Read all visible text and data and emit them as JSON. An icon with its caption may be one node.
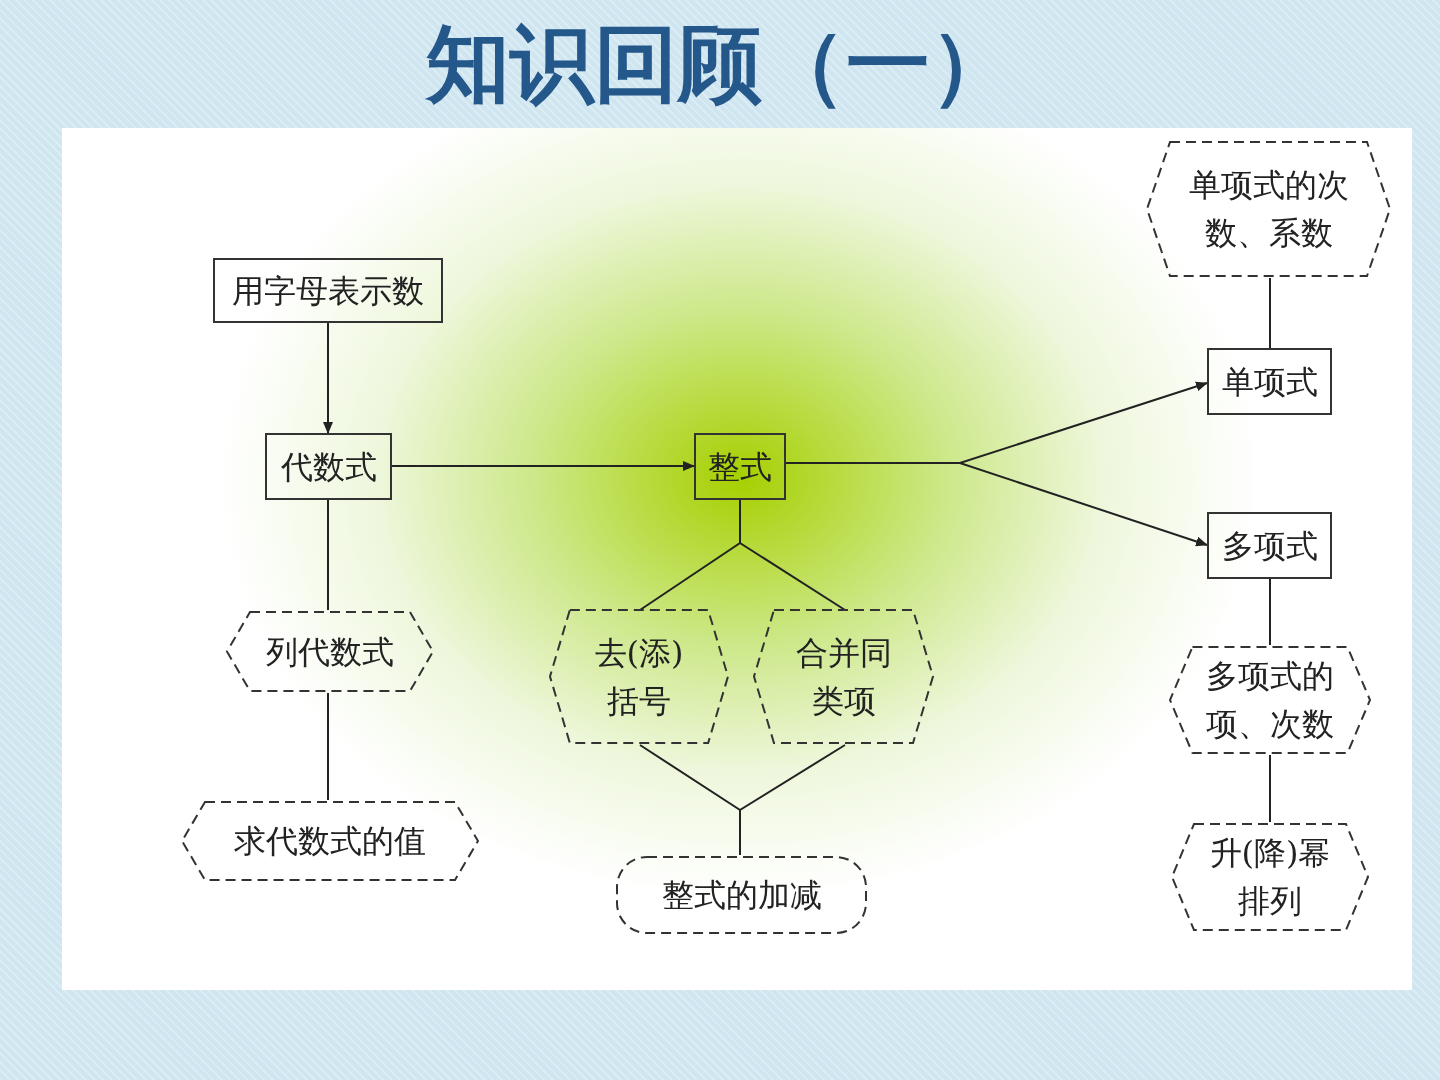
{
  "diagram": {
    "title": "知识回顾（一）",
    "nodes": [
      {
        "text": [
          "用字母表示数"
        ]
      },
      {
        "text": [
          "代数式"
        ]
      },
      {
        "text": [
          "列代数式"
        ]
      },
      {
        "text": [
          "求代数式的值"
        ]
      },
      {
        "text": [
          "整式"
        ]
      },
      {
        "text": [
          "去(添)括号"
        ]
      },
      {
        "text": [
          "合并同类项"
        ]
      },
      {
        "text": [
          "整式的加减"
        ]
      },
      {
        "text": [
          "单项式的次数、系数"
        ]
      },
      {
        "text": [
          "单项式"
        ]
      },
      {
        "text": [
          "多项式"
        ]
      },
      {
        "text": [
          "多项式的项、次数"
        ]
      },
      {
        "text": [
          "升(降)幂排列"
        ]
      }
    ],
    "edges": [
      {
        "from": 0,
        "to": 1,
        "arrow": "to"
      },
      {
        "from": 1,
        "to": 4,
        "arrow": "to"
      },
      {
        "from": 1,
        "to": 2,
        "arrow": "none"
      },
      {
        "from": 2,
        "to": 3,
        "arrow": "none"
      },
      {
        "from": 4,
        "to": 5,
        "arrow": "none"
      },
      {
        "from": 4,
        "to": 6,
        "arrow": "none"
      },
      {
        "from": 5,
        "to": 7,
        "arrow": "none"
      },
      {
        "from": 6,
        "to": 7,
        "arrow": "none"
      },
      {
        "from": 4,
        "to": 9,
        "arrow": "to"
      },
      {
        "from": 4,
        "to": 10,
        "arrow": "to"
      },
      {
        "from": 8,
        "to": 9,
        "arrow": "none"
      },
      {
        "from": 10,
        "to": 11,
        "arrow": "none"
      },
      {
        "from": 11,
        "to": 12,
        "arrow": "none"
      }
    ]
  }
}
